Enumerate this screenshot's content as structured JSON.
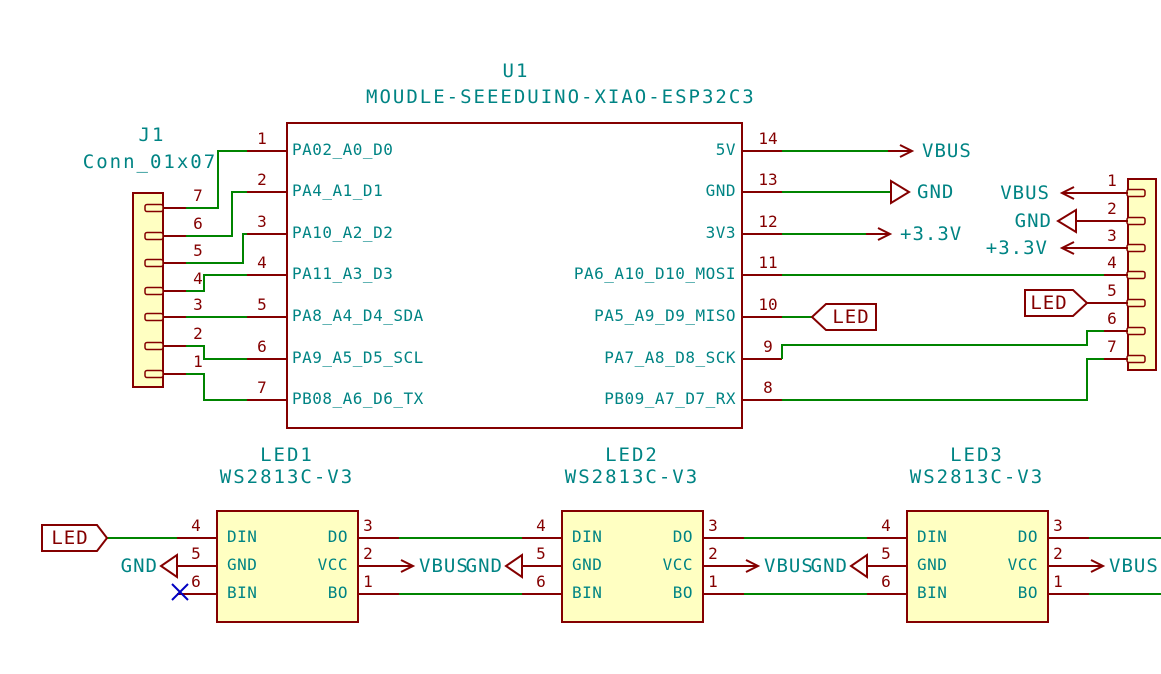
{
  "colors": {
    "wire_green": "#008400",
    "outline_dark_red": "#840000",
    "text_teal": "#008484",
    "body_fill_yellow": "#FFFFC2",
    "no_connect_blue": "#0000C2"
  },
  "u1": {
    "ref": "U1",
    "value": "MOUDLE-SEEEDUINO-XIAO-ESP32C3",
    "left_pins": [
      {
        "num": "1",
        "name": "PA02_A0_D0"
      },
      {
        "num": "2",
        "name": "PA4_A1_D1"
      },
      {
        "num": "3",
        "name": "PA10_A2_D2"
      },
      {
        "num": "4",
        "name": "PA11_A3_D3"
      },
      {
        "num": "5",
        "name": "PA8_A4_D4_SDA"
      },
      {
        "num": "6",
        "name": "PA9_A5_D5_SCL"
      },
      {
        "num": "7",
        "name": "PB08_A6_D6_TX"
      }
    ],
    "right_pins": [
      {
        "num": "14",
        "name": "5V"
      },
      {
        "num": "13",
        "name": "GND"
      },
      {
        "num": "12",
        "name": "3V3"
      },
      {
        "num": "11",
        "name": "PA6_A10_D10_MOSI"
      },
      {
        "num": "10",
        "name": "PA5_A9_D9_MISO"
      },
      {
        "num": "9",
        "name": "PA7_A8_D8_SCK"
      },
      {
        "num": "8",
        "name": "PB09_A7_D7_RX"
      }
    ]
  },
  "u1_labels": {
    "pin14": "VBUS",
    "pin13": "GND",
    "pin12": "+3.3V",
    "pin10_flag": "LED"
  },
  "j1": {
    "ref": "J1",
    "value": "Conn_01x07",
    "pin_numbers": [
      "7",
      "6",
      "5",
      "4",
      "3",
      "2",
      "1"
    ]
  },
  "j2": {
    "pin_numbers": [
      "1",
      "2",
      "3",
      "4",
      "5",
      "6",
      "7"
    ],
    "labels": {
      "pin1": "VBUS",
      "pin2": "GND",
      "pin3": "+3.3V",
      "pin5_flag": "LED"
    }
  },
  "led_chain": {
    "input_flag": "LED",
    "gnd": [
      "GND",
      "GND",
      "GND"
    ],
    "vbus": [
      "VBUS",
      "VBUS",
      "VBUS"
    ]
  },
  "leds": [
    {
      "ref": "LED1",
      "value": "WS2813C-V3",
      "left_pins": [
        {
          "num": "4",
          "name": "DIN"
        },
        {
          "num": "5",
          "name": "GND"
        },
        {
          "num": "6",
          "name": "BIN"
        }
      ],
      "right_pins": [
        {
          "num": "3",
          "name": "DO"
        },
        {
          "num": "2",
          "name": "VCC"
        },
        {
          "num": "1",
          "name": "BO"
        }
      ]
    },
    {
      "ref": "LED2",
      "value": "WS2813C-V3",
      "left_pins": [
        {
          "num": "4",
          "name": "DIN"
        },
        {
          "num": "5",
          "name": "GND"
        },
        {
          "num": "6",
          "name": "BIN"
        }
      ],
      "right_pins": [
        {
          "num": "3",
          "name": "DO"
        },
        {
          "num": "2",
          "name": "VCC"
        },
        {
          "num": "1",
          "name": "BO"
        }
      ]
    },
    {
      "ref": "LED3",
      "value": "WS2813C-V3",
      "left_pins": [
        {
          "num": "4",
          "name": "DIN"
        },
        {
          "num": "5",
          "name": "GND"
        },
        {
          "num": "6",
          "name": "BIN"
        }
      ],
      "right_pins": [
        {
          "num": "3",
          "name": "DO"
        },
        {
          "num": "2",
          "name": "VCC"
        },
        {
          "num": "1",
          "name": "BO"
        }
      ]
    }
  ]
}
